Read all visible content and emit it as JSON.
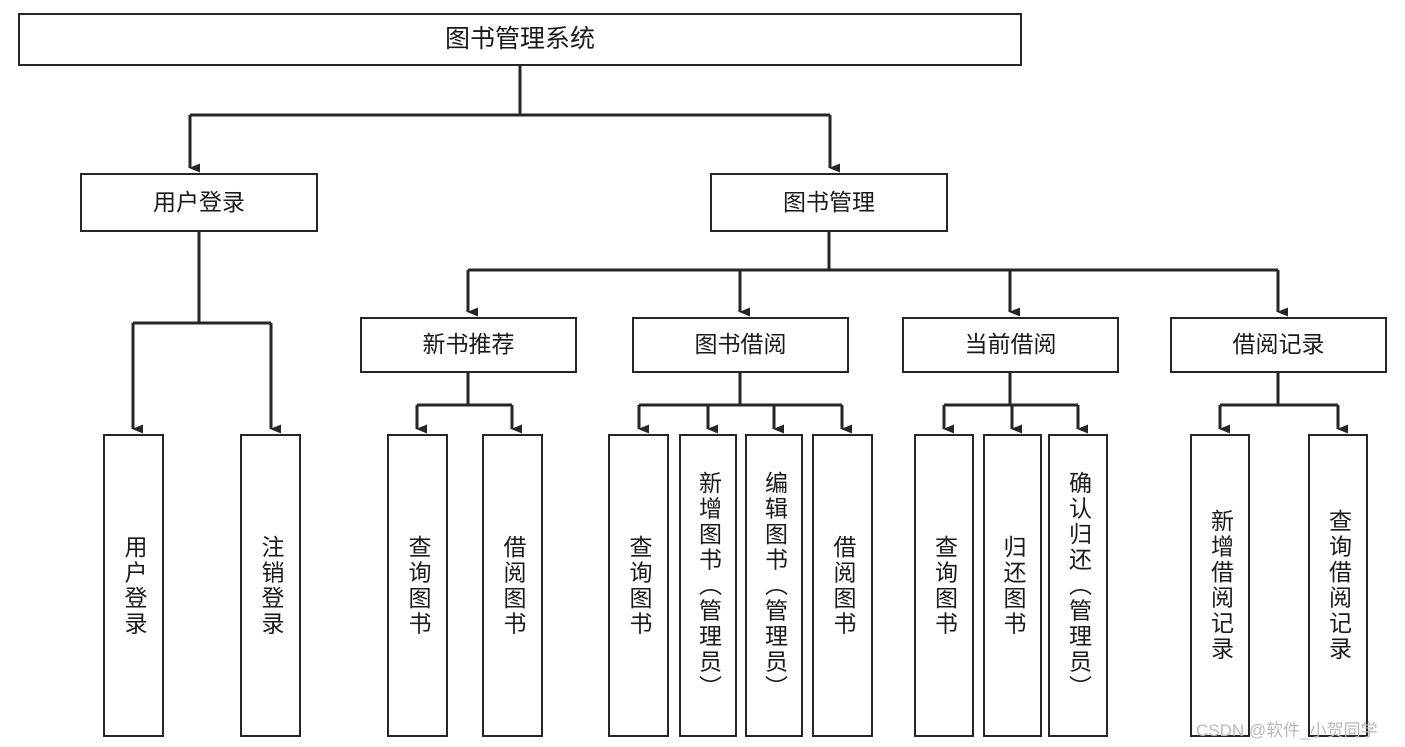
{
  "diagram": {
    "title": "图书管理系统",
    "type": "tree-hierarchy",
    "nodes": {
      "root": {
        "label": "图书管理系统"
      },
      "user_login": {
        "label": "用户登录"
      },
      "book_manage": {
        "label": "图书管理"
      },
      "new_book_rec": {
        "label": "新书推荐"
      },
      "book_borrow": {
        "label": "图书借阅"
      },
      "current_borrow": {
        "label": "当前借阅"
      },
      "borrow_record": {
        "label": "借阅记录"
      },
      "leaf_user_login": {
        "label": "用户登录"
      },
      "leaf_logout": {
        "label": "注销登录"
      },
      "leaf_query_book_1": {
        "label": "查询图书"
      },
      "leaf_borrow_book_1": {
        "label": "借阅图书"
      },
      "leaf_query_book_2": {
        "label": "查询图书"
      },
      "leaf_add_book": {
        "label": "新增图书（管理员）"
      },
      "leaf_edit_book": {
        "label": "编辑图书（管理员）"
      },
      "leaf_borrow_book_2": {
        "label": "借阅图书"
      },
      "leaf_query_book_3": {
        "label": "查询图书"
      },
      "leaf_return_book": {
        "label": "归还图书"
      },
      "leaf_confirm_return": {
        "label": "确认归还（管理员）"
      },
      "leaf_add_record": {
        "label": "新增借阅记录"
      },
      "leaf_query_record": {
        "label": "查询借阅记录"
      }
    },
    "colors": {
      "stroke": "#262626",
      "text": "#1a1a1a",
      "background": "#ffffff",
      "watermark": "#b9b9b9"
    }
  },
  "watermark": {
    "text": "CSDN @软件_小贺同学"
  }
}
